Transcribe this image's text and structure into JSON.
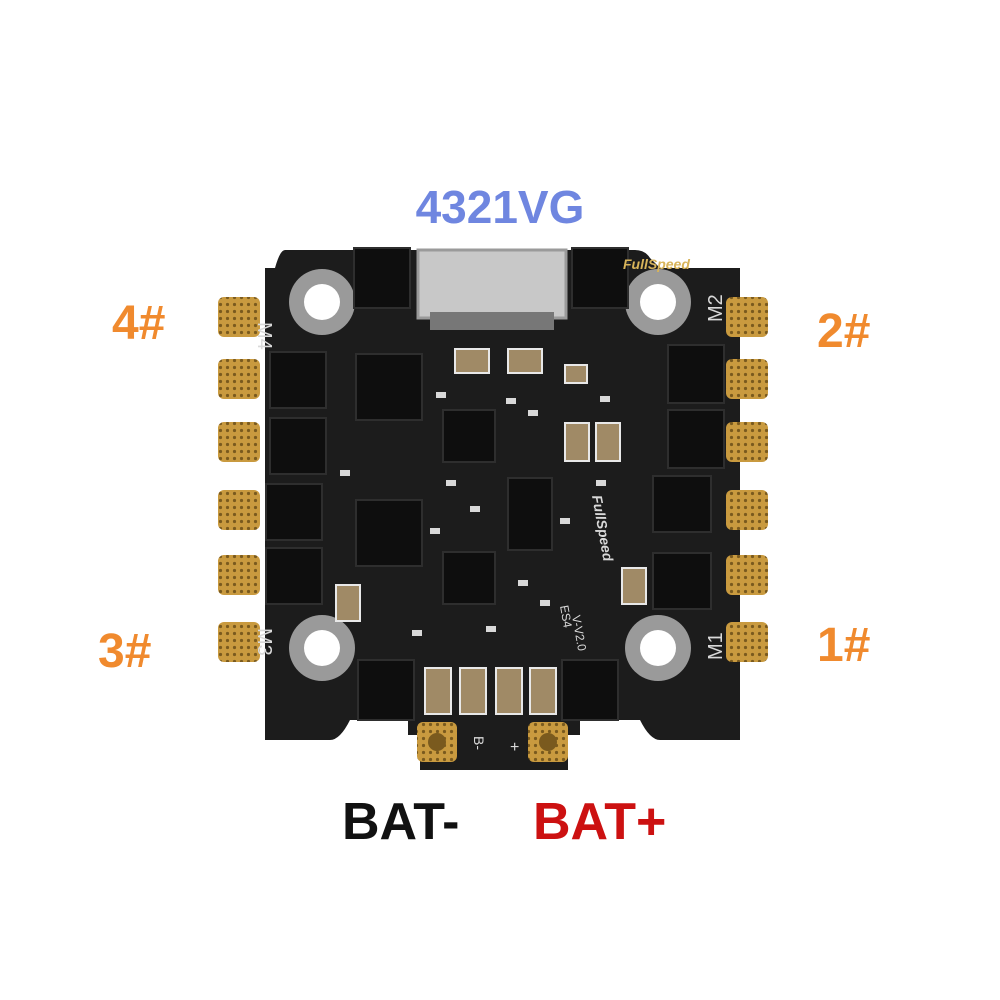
{
  "title": "4321VG",
  "motor_labels": {
    "m4": "4#",
    "m2": "2#",
    "m3": "3#",
    "m1": "1#"
  },
  "battery": {
    "negative": "BAT-",
    "positive": "BAT+"
  },
  "silkscreen": {
    "m4": "M4",
    "m2": "M2",
    "m3": "M3",
    "m1": "M1",
    "brand_top": "FullSpeed",
    "brand_mid": "FullSpeed",
    "model": "ES4",
    "version": "V-V2.0",
    "pad_neg": "B-",
    "pad_pos": "+"
  },
  "colors": {
    "title": "#6f86e0",
    "motor_labels": "#f08a2e",
    "bat_negative": "#111111",
    "bat_positive": "#cc1111",
    "pcb": "#1c1c1c",
    "gold_pad": "#d8b45a"
  }
}
